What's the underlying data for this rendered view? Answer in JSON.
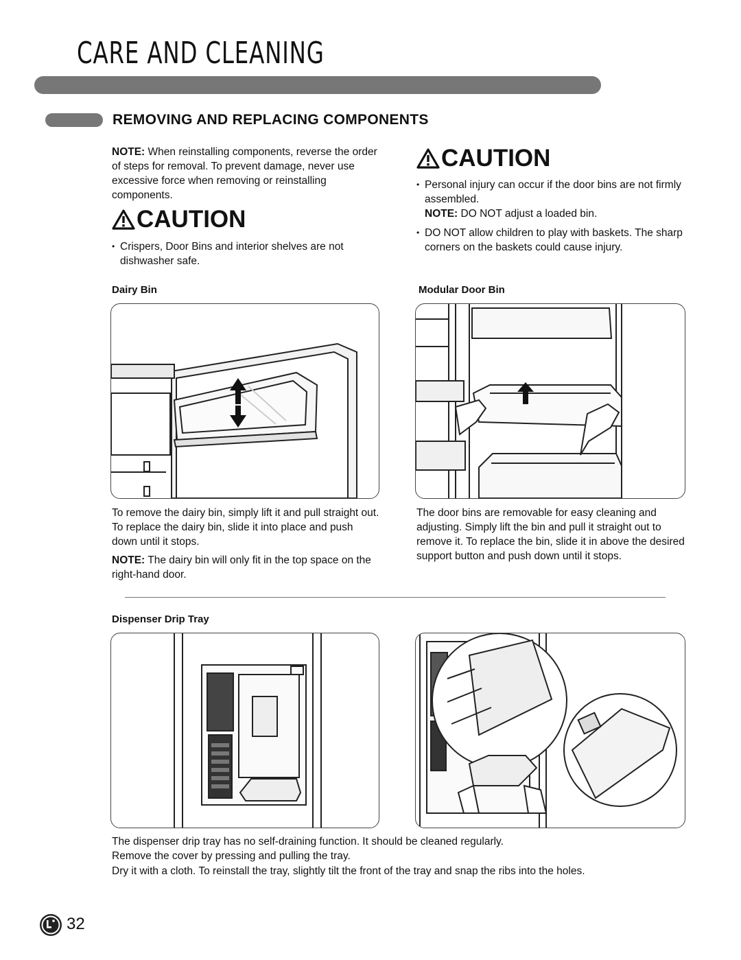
{
  "header": {
    "title": "CARE AND CLEANING",
    "section_title": "REMOVING AND REPLACING COMPONENTS"
  },
  "left_col": {
    "note_label": "NOTE:",
    "note_text": " When reinstalling components, reverse the order of steps for removal. To prevent damage, never use excessive force when removing or reinstalling components.",
    "caution_label": "CAUTION",
    "caution_bullet": "Crispers, Door Bins and interior shelves are not dishwasher safe."
  },
  "right_col": {
    "caution_label": "CAUTION",
    "bullet1": "Personal injury can occur if the door bins are not firmly assembled.",
    "bullet1_note_label": "NOTE:",
    "bullet1_note_text": " DO NOT adjust a loaded bin.",
    "bullet2": "DO NOT allow children to play with baskets. The sharp corners on the baskets could cause injury."
  },
  "dairy_bin": {
    "heading": "Dairy Bin",
    "text": "To remove the dairy bin, simply lift it and pull straight out. To replace the dairy bin, slide it into place and push down until it stops.",
    "note_label": "NOTE:",
    "note_text": " The dairy bin will only fit in the top space on the right-hand door."
  },
  "modular_door_bin": {
    "heading": "Modular Door Bin",
    "text": "The door bins are removable for easy cleaning and adjusting. Simply lift the bin and pull it straight out to remove it. To replace the bin, slide it in above the desired support button and push down until it stops."
  },
  "drip_tray": {
    "heading": "Dispenser Drip Tray",
    "line1": "The dispenser drip tray has no self-draining function. It should be cleaned regularly.",
    "line2": "Remove the cover by pressing and pulling the tray.",
    "line3": "Dry it with a cloth. To reinstall the tray, slightly tilt the front of the tray and snap the ribs into the holes."
  },
  "footer": {
    "logo_text": "LG",
    "page_number": "32"
  }
}
